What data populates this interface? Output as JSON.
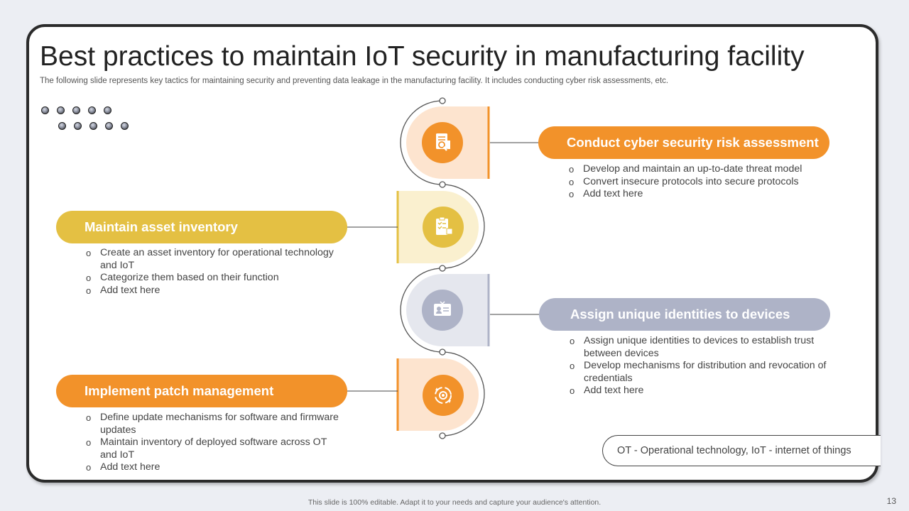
{
  "slide": {
    "title": "Best practices to maintain IoT security in manufacturing facility",
    "subtitle": "The following slide represents key tactics for maintaining security and preventing data leakage in the manufacturing facility. It includes conducting cyber risk assessments, etc.",
    "footer": "This slide is 100% editable. Adapt it to your needs and capture your audience's attention.",
    "page_number": "13",
    "note": "OT - Operational technology, IoT - internet of things"
  },
  "colors": {
    "orange": "#f2922a",
    "yellow": "#e4c043",
    "grey": "#aeb3c7"
  },
  "practices": [
    {
      "heading": "Conduct cyber security risk assessment",
      "icon": "document-search-icon",
      "bullets": [
        "Develop and maintain an up-to-date threat model",
        "Convert insecure protocols into secure protocols",
        "Add text here"
      ]
    },
    {
      "heading": "Maintain asset inventory",
      "icon": "clipboard-checklist-icon",
      "bullets": [
        "Create an asset inventory for operational technology and IoT",
        "Categorize them based on their function",
        "Add text here"
      ]
    },
    {
      "heading": "Assign unique identities to devices",
      "icon": "id-card-icon",
      "bullets": [
        "Assign unique identities to devices to establish trust between devices",
        "Develop mechanisms for distribution and revocation of credentials",
        "Add text here"
      ]
    },
    {
      "heading": "Implement patch management",
      "icon": "gear-refresh-icon",
      "bullets": [
        "Define update mechanisms for software and firmware updates",
        "Maintain inventory of deployed software across OT and IoT",
        "Add text here"
      ]
    }
  ]
}
